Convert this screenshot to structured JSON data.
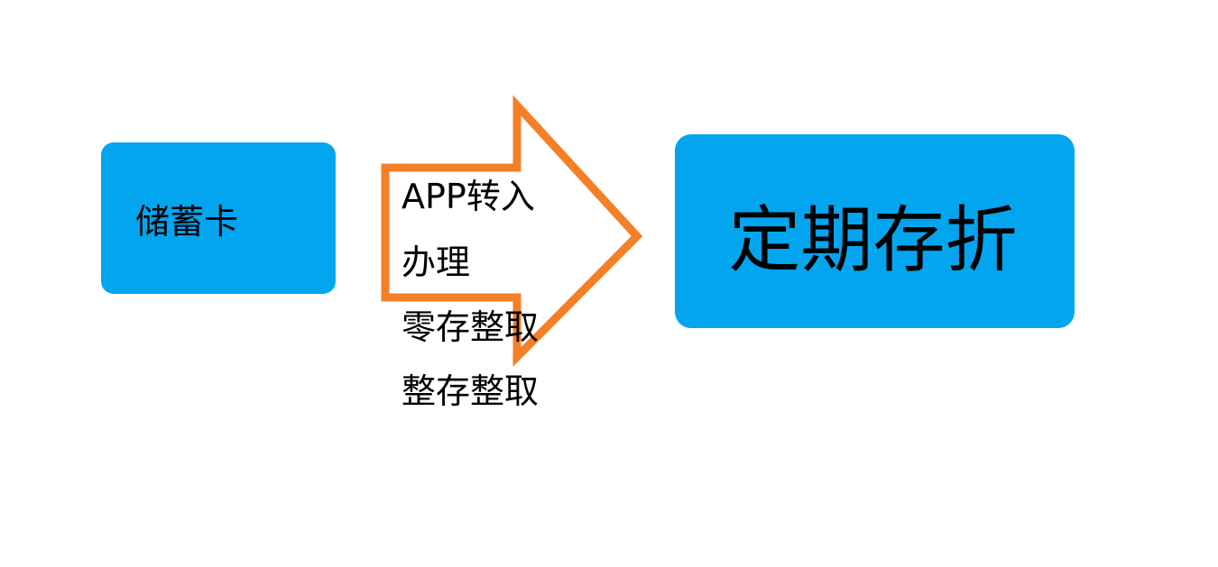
{
  "source": {
    "label": "储蓄卡"
  },
  "arrow": {
    "lines": [
      "APP转入",
      "办理",
      "零存整取",
      "整存整取"
    ]
  },
  "target": {
    "label": "定期存折"
  },
  "colors": {
    "box_fill": "#03a5ef",
    "arrow_stroke": "#f47f27",
    "text": "#000000"
  }
}
